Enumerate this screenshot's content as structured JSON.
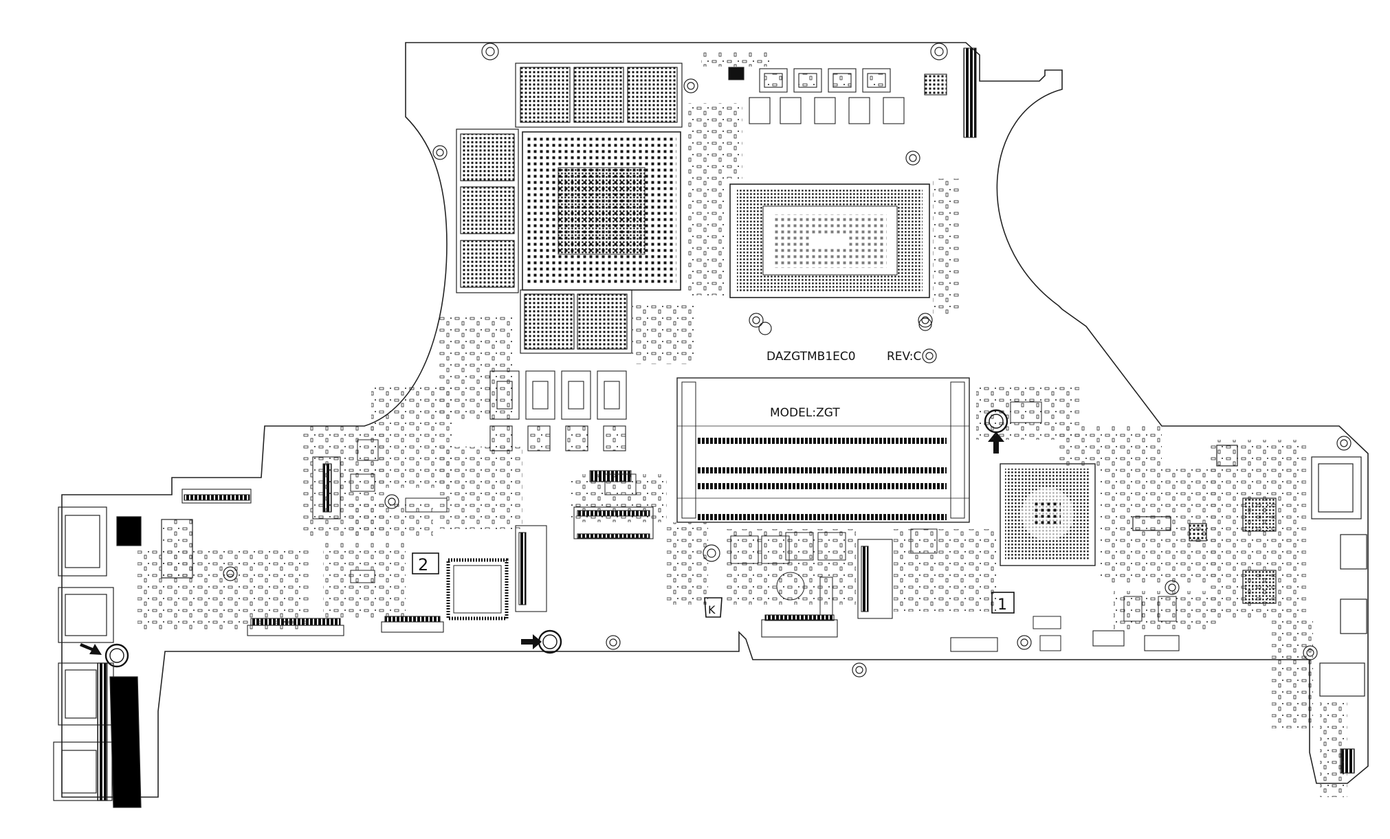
{
  "board": {
    "part_number": "DAZGTMB1EC0",
    "revision": "REV:C",
    "model": "MODEL:ZGT",
    "markers": {
      "one": "1",
      "two": "2",
      "k": "K"
    }
  },
  "colors": {
    "ink": "#111111",
    "paper": "#ffffff",
    "fill_dark": "#000000"
  },
  "icons": [
    "mounting-hole-icon",
    "arrow-icon",
    "bga-chip-icon",
    "connector-icon",
    "dimm-slot-icon",
    "usb-port-icon"
  ]
}
